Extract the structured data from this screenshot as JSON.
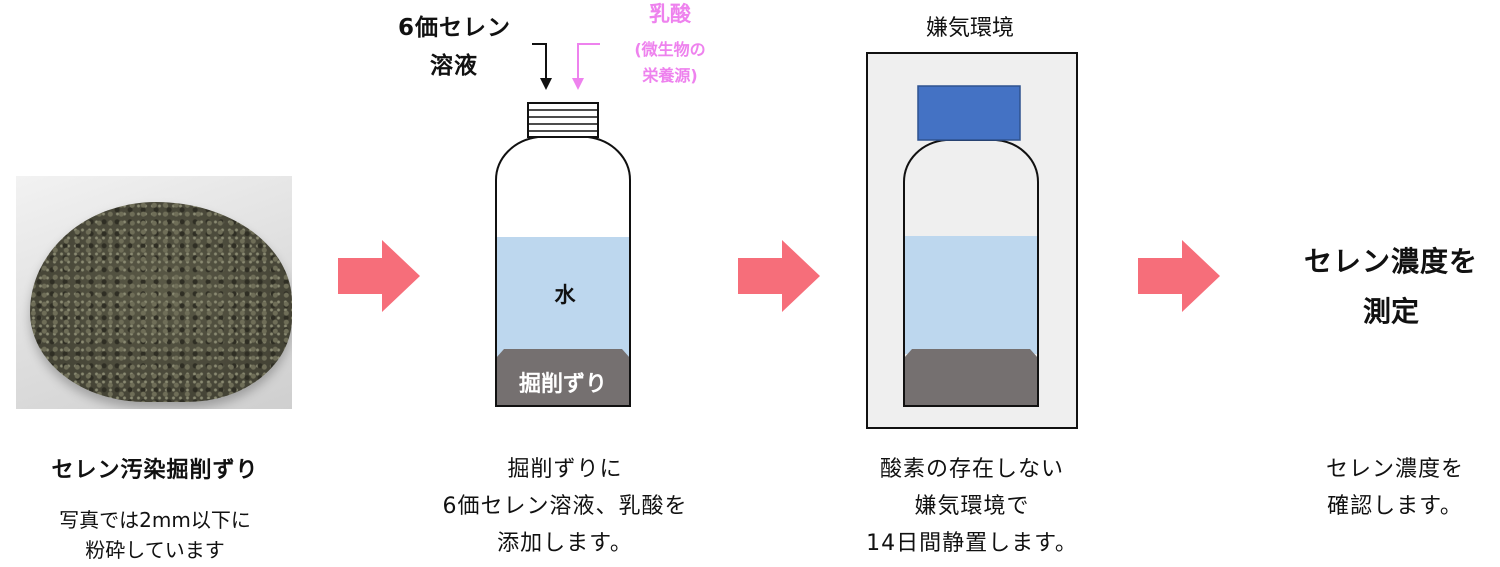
{
  "step1": {
    "title": "セレン汚染掘削ずり",
    "desc_line1": "写真では2mm以下に",
    "desc_line2": "粉砕しています"
  },
  "step2": {
    "selenium_label_line1": "6価セレン",
    "selenium_label_line2": "溶液",
    "lactic_label": "乳酸",
    "lactic_note_line1": "(微生物の",
    "lactic_note_line2": "栄養源)",
    "water_label": "水",
    "sediment_label": "掘削ずり",
    "desc_line1": "掘削ずりに",
    "desc_line2": "6価セレン溶液、乳酸を",
    "desc_line3": "添加します。"
  },
  "step3": {
    "header": "嫌気環境",
    "desc_line1": "酸素の存在しない",
    "desc_line2": "嫌気環境で",
    "desc_line3": "14日間静置します。"
  },
  "step4": {
    "headline_line1": "セレン濃度を",
    "headline_line2": "測定",
    "desc_line1": "セレン濃度を",
    "desc_line2": "確認します。"
  },
  "colors": {
    "arrow": "#f66e7a",
    "water": "#bdd7ee",
    "sediment": "#757070",
    "cap": "#4472c4",
    "lactic": "#ee82ee",
    "chamber": "#efefef"
  }
}
